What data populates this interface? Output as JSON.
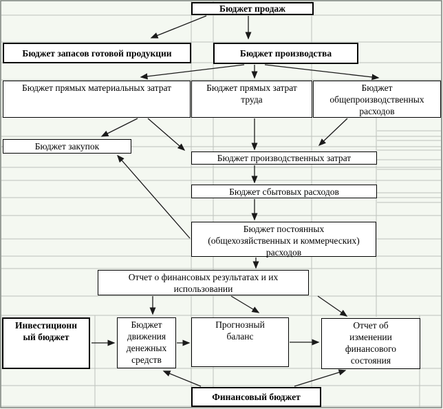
{
  "diagram": {
    "description": "Flowchart of interconnected budgets over a spreadsheet grid",
    "nodes": {
      "sales": {
        "label": "Бюджет продаж"
      },
      "finished_goods": {
        "label": "Бюджет запасов готовой продукции"
      },
      "production": {
        "label": "Бюджет производства"
      },
      "direct_materials": {
        "label": "Бюджет прямых материальных затрат"
      },
      "direct_labor": {
        "label": "Бюджет прямых затрат\nтруда"
      },
      "overhead": {
        "label": "Бюджет\nобщепроизводственных\nрасходов"
      },
      "purchases": {
        "label": "Бюджет закупок"
      },
      "production_costs": {
        "label": "Бюджет производственных затрат"
      },
      "selling_costs": {
        "label": "Бюджет сбытовых расходов"
      },
      "fixed_costs": {
        "label": "Бюджет постоянных\n(общехозяйственных и коммерческих)\nрасходов"
      },
      "income_statement": {
        "label": "Отчет о финансовых результатах и их\nиспользовании"
      },
      "investment": {
        "label": "Инвестиционн\nый бюджет"
      },
      "cash_flow": {
        "label": "Бюджет\nдвижения\nденежных\nсредств"
      },
      "forecast_balance": {
        "label": "Прогнозный\nбаланс"
      },
      "financial_position": {
        "label": "Отчет об\nизменении\nфинансового\nсостояния"
      },
      "financial_budget": {
        "label": "Финансовый бюджет"
      }
    },
    "colors": {
      "background": "#f4f8f1",
      "grid": "#bcc1bc",
      "outer_border": "#7a807a",
      "box_fill": "#ffffff",
      "box_border": "#000000",
      "arrow": "#1a1a1a"
    }
  }
}
